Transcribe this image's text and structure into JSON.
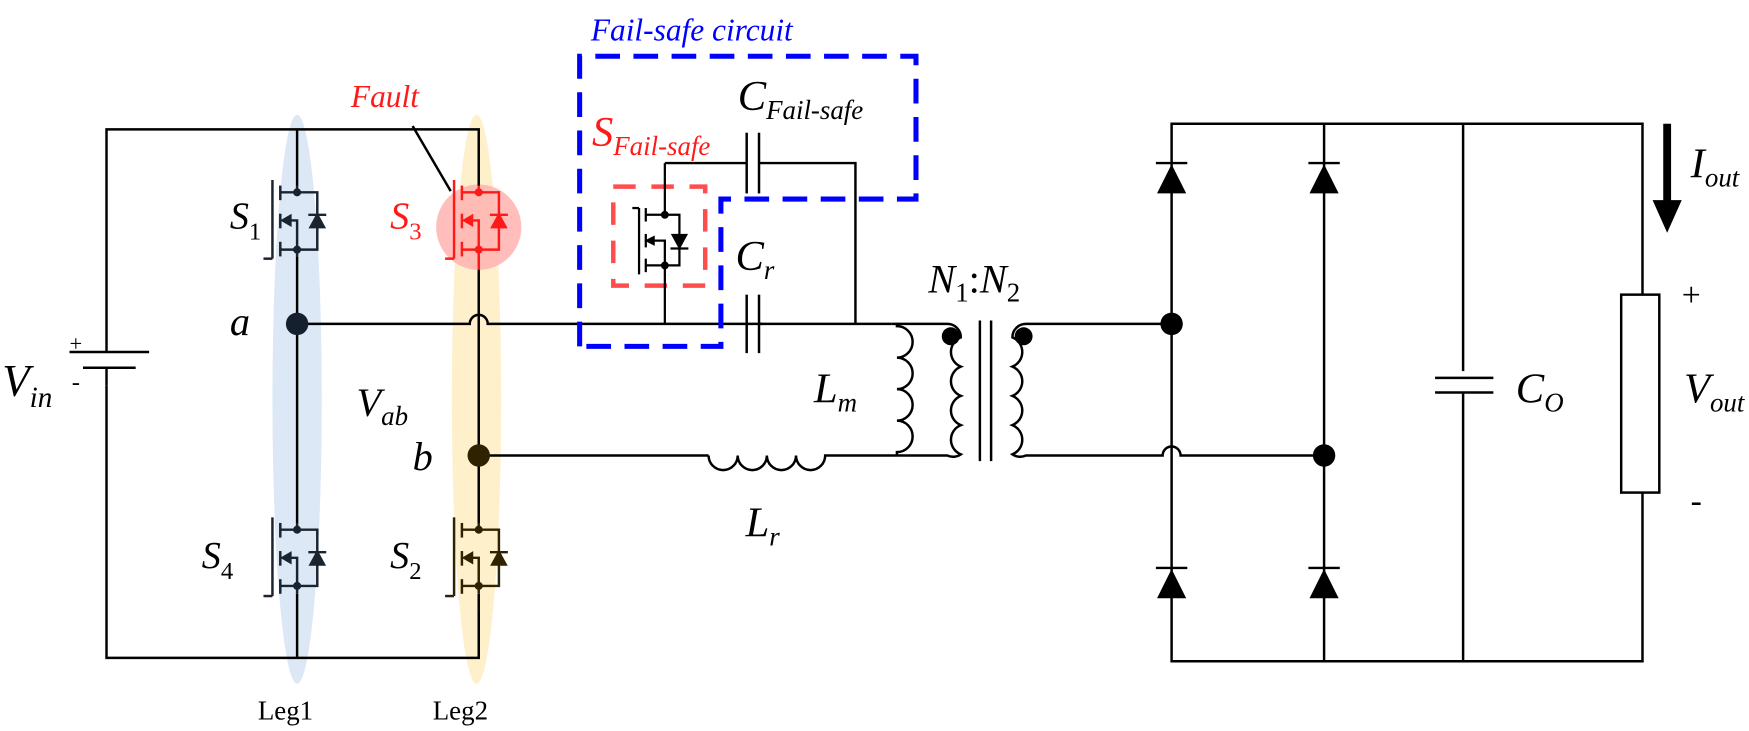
{
  "diagram": {
    "title": "Fail-safe circuit",
    "colors": {
      "wire": "#000000",
      "fault": "#ff1a1a",
      "failsafe_box": "#0000ff",
      "switch_box": "#ff4d4d",
      "leg1_highlight": "#dce8f5",
      "leg2_highlight": "#fff0cc",
      "fault_highlight": "#ffb3b0",
      "leg2_switch": "#2e2200"
    },
    "labels": {
      "vin_main": "V",
      "vin_sub": "in",
      "vin_plus": "+",
      "vin_minus": "-",
      "s1_main": "S",
      "s1_sub": "1",
      "s3_main": "S",
      "s3_sub": "3",
      "s4_main": "S",
      "s4_sub": "4",
      "s2_main": "S",
      "s2_sub": "2",
      "fault": "Fault",
      "node_a": "a",
      "node_b": "b",
      "vab_main": "V",
      "vab_sub": "ab",
      "leg1": "Leg1",
      "leg2": "Leg2",
      "failsafe_circuit": "Fail-safe circuit",
      "sfs_main": "S",
      "sfs_sub": "Fail-safe",
      "cfs_main": "C",
      "cfs_sub": "Fail-safe",
      "cr_main": "C",
      "cr_sub": "r",
      "lm_main": "L",
      "lm_sub": "m",
      "lr_main": "L",
      "lr_sub": "r",
      "n1_main": "N",
      "n1_sub": "1",
      "ratio_sep": ":",
      "n2_main": "N",
      "n2_sub": "2",
      "co_main": "C",
      "co_sub": "O",
      "iout_main": "I",
      "iout_sub": "out",
      "vout_main": "V",
      "vout_sub": "out",
      "vout_plus": "+",
      "vout_minus": "-"
    },
    "components": [
      {
        "id": "Vin",
        "type": "dc-source"
      },
      {
        "id": "S1",
        "type": "mosfet",
        "leg": "Leg1"
      },
      {
        "id": "S4",
        "type": "mosfet",
        "leg": "Leg1"
      },
      {
        "id": "S3",
        "type": "mosfet",
        "leg": "Leg2",
        "state": "Fault"
      },
      {
        "id": "S2",
        "type": "mosfet",
        "leg": "Leg2"
      },
      {
        "id": "S_Fail-safe",
        "type": "mosfet"
      },
      {
        "id": "C_Fail-safe",
        "type": "capacitor"
      },
      {
        "id": "C_r",
        "type": "capacitor"
      },
      {
        "id": "L_r",
        "type": "inductor"
      },
      {
        "id": "L_m",
        "type": "inductor"
      },
      {
        "id": "T",
        "type": "transformer",
        "ratio": "N1:N2"
      },
      {
        "id": "D1-D4",
        "type": "diode-bridge"
      },
      {
        "id": "C_O",
        "type": "capacitor"
      },
      {
        "id": "R_load",
        "type": "resistor"
      }
    ]
  }
}
